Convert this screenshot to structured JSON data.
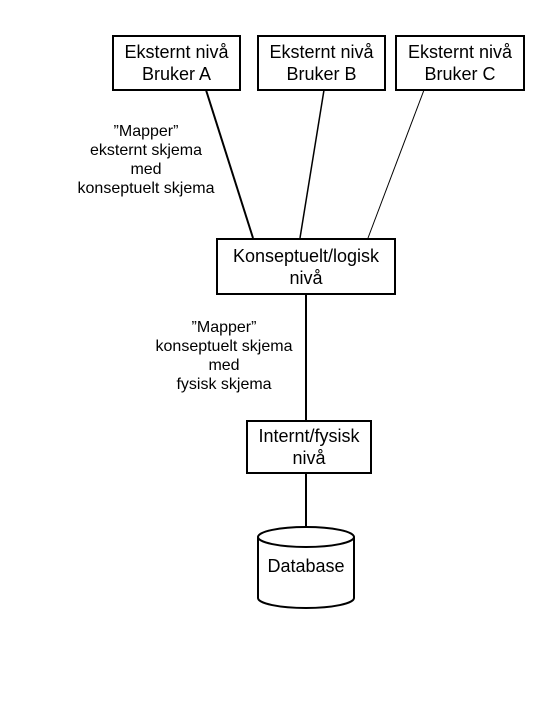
{
  "external_levels": [
    {
      "line1": "Eksternt nivå",
      "line2": "Bruker A"
    },
    {
      "line1": "Eksternt nivå",
      "line2": "Bruker B"
    },
    {
      "line1": "Eksternt nivå",
      "line2": "Bruker C"
    }
  ],
  "mapping_external": {
    "line1": "”Mapper”",
    "line2": "eksternt skjema",
    "line3": "med",
    "line4": "konseptuelt skjema"
  },
  "conceptual_level": {
    "line1": "Konseptuelt/logisk",
    "line2": "nivå"
  },
  "mapping_internal": {
    "line1": "”Mapper”",
    "line2": "konseptuelt skjema",
    "line3": "med",
    "line4": "fysisk skjema"
  },
  "internal_level": {
    "line1": "Internt/fysisk",
    "line2": "nivå"
  },
  "database": {
    "label": "Database"
  }
}
